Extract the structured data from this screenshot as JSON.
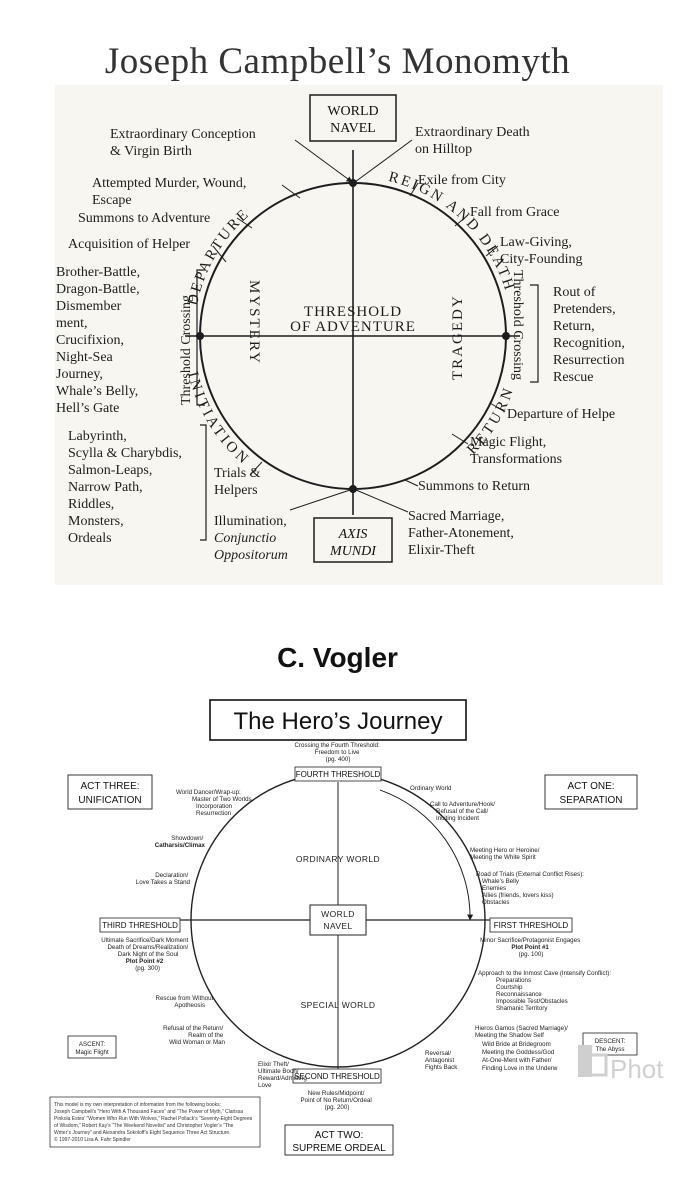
{
  "campbell": {
    "title": "Joseph Campbell’s Monomyth",
    "world_navel": [
      "WORLD",
      "NAVEL"
    ],
    "axis_mundi": [
      "AXIS",
      "MUNDI"
    ],
    "threshold_center": [
      "THRESHOLD",
      "OF ADVENTURE"
    ],
    "arcs": {
      "departure": "DEPARTURE",
      "reign": "REIGN AND DEATH",
      "initiation": "INITIATION",
      "return": "RETURN",
      "mystery": "MYSTERY",
      "tragedy": "TRAGEDY",
      "threshold_left": "Threshold Crossing",
      "threshold_right": "Threshold Crossing"
    },
    "labels": {
      "extra_conception": [
        "Extraordinary Conception",
        "& Virgin Birth"
      ],
      "attempted_murder": [
        "Attempted Murder, Wound,",
        "Escape"
      ],
      "summons": "Summons to Adventure",
      "helper": "Acquisition of Helper",
      "brother_battle": [
        "Brother-Battle,",
        "Dragon-Battle,",
        "Dismember",
        "ment,",
        "Crucifixion,",
        "Night-Sea",
        "Journey,",
        "Whale’s Belly,",
        "Hell’s Gate"
      ],
      "labyrinth": [
        "Labyrinth,",
        "Scylla & Charybdis,",
        "Salmon-Leaps,",
        "Narrow Path,",
        "Riddles,",
        "Monsters,",
        "Ordeals"
      ],
      "trials": [
        "Trials &",
        "Helpers"
      ],
      "illumination": [
        "Illumination,",
        "Conjunctio",
        "Oppositorum"
      ],
      "extra_death": [
        "Extraordinary Death",
        "on Hilltop"
      ],
      "exile": "Exile from City",
      "fall": "Fall from Grace",
      "law_giving": [
        "Law-Giving,",
        "City-Founding"
      ],
      "rout": [
        "Rout of",
        "Pretenders,",
        "Return,",
        "Recognition,",
        "Resurrection",
        "Rescue"
      ],
      "departure_helper": "Departure of Helpe",
      "magic_flight": [
        "Magic Flight,",
        "Transformations"
      ],
      "summons_return": "Summons to Return",
      "sacred_marriage": [
        "Sacred Marriage,",
        "Father-Atonement,",
        "Elixir-Theft"
      ]
    }
  },
  "vogler": {
    "author": "C. Vogler",
    "title": "The Hero’s Journey",
    "thresholds": {
      "fourth": "FOURTH THRESHOLD",
      "first": "FIRST THRESHOLD",
      "second": "SECOND THRESHOLD",
      "third": "THIRD THRESHOLD"
    },
    "acts": {
      "one": [
        "ACT ONE:",
        "SEPARATION"
      ],
      "two": [
        "ACT TWO:",
        "SUPREME ORDEAL"
      ],
      "three": [
        "ACT THREE:",
        "UNIFICATION"
      ],
      "descent": [
        "DESCENT:",
        "The Abyss"
      ],
      "ascent": [
        "ASCENT:",
        "Magic Flight"
      ]
    },
    "worlds": {
      "ordinary": "ORDINARY WORLD",
      "special": "SPECIAL WORLD",
      "navel": [
        "WORLD",
        "NAVEL"
      ]
    },
    "labels": {
      "fourth_crossing": [
        "Crossing the Fourth Threshold:",
        "Freedom to Live",
        "(pg. 400)"
      ],
      "ordinary_world": "Ordinary World",
      "call": [
        "Call to Adventure/Hook/",
        "Refusal of the Call/",
        "Inciting Incident"
      ],
      "meeting_hero": [
        "Meeting Hero or Heroine/",
        "Meeting the White Spirit"
      ],
      "road_trials": [
        "Road of Trials (External Conflict Rises):",
        "Whale’s Belly",
        "Enemies",
        "Allies (friends, lovers kiss)",
        "Obstacles"
      ],
      "minor_sacrifice": [
        "Minor Sacrifice/Protagonist Engages",
        "Plot Point #1",
        "(pg. 100)"
      ],
      "approach": [
        "Approach to the Inmost Cave (Intensify Conflict):",
        "Preparations",
        "Courtship",
        "Reconnaissance",
        "Impossible Test/Obstacles",
        "Shamanic Territory"
      ],
      "hieros": [
        "Hieros Gamos (Sacred Marriage)/",
        "Meeting the Shadow Self",
        "Wild Bride at Bridegroom",
        "Meeting the Goddess/God",
        "At-One-Ment with Father/",
        "Finding Love in the Underw"
      ],
      "reversal": [
        "Reversal/",
        "Antagonist",
        "Fights Back"
      ],
      "new_rules": [
        "New Rules/Midpoint/",
        "Point of No Return/Ordeal",
        "(pg. 200)"
      ],
      "elixir": [
        "Elixir Theft/",
        "Ultimate Boon/",
        "Reward/Admitting",
        "Love"
      ],
      "refusal_return": [
        "Refusal of the Return/",
        "Realm of the",
        "Wild Woman or Man"
      ],
      "rescue": [
        "Rescue from Without",
        "Apotheosis"
      ],
      "ultimate_sacrifice": [
        "Ultimate Sacrifice/Dark Moment",
        "Death of Dreams/Realization/",
        "Dark Night of the Soul",
        "Plot Point #2",
        "(pg. 300)"
      ],
      "declaration": [
        "Declaration/",
        "Love Takes a Stand"
      ],
      "showdown": [
        "Showdown/",
        "Catharsis/Climax"
      ],
      "world_dancer": [
        "World Dancer/Wrap-up:",
        "Master of Two Worlds",
        "Incorporation",
        "Resurrection"
      ]
    },
    "footnote": [
      "This model is my own interpretation of information from the following books:",
      "Joseph Campbell’s “Hero With A Thousand Faces” and “The Power of Myth,” Clarissa",
      "Pinkola Estes’ “Women Who Run With Wolves,” Rachel Pollack’s “Seventy-Eight Degrees",
      "of Wisdom,” Robert Kay’s “The Weekend Novelist” and Christopher Vogler’s “The",
      "Writer’s Journey” and Alexandra Sokoloff’s Eight Sequence Three Act Structure.",
      "© 1997-2010 Lisa A. Fahr Spindler"
    ],
    "watermark": "Phot"
  },
  "colors": {
    "page_bg": "#f7f6f1",
    "ink": "#1d1d1d"
  }
}
